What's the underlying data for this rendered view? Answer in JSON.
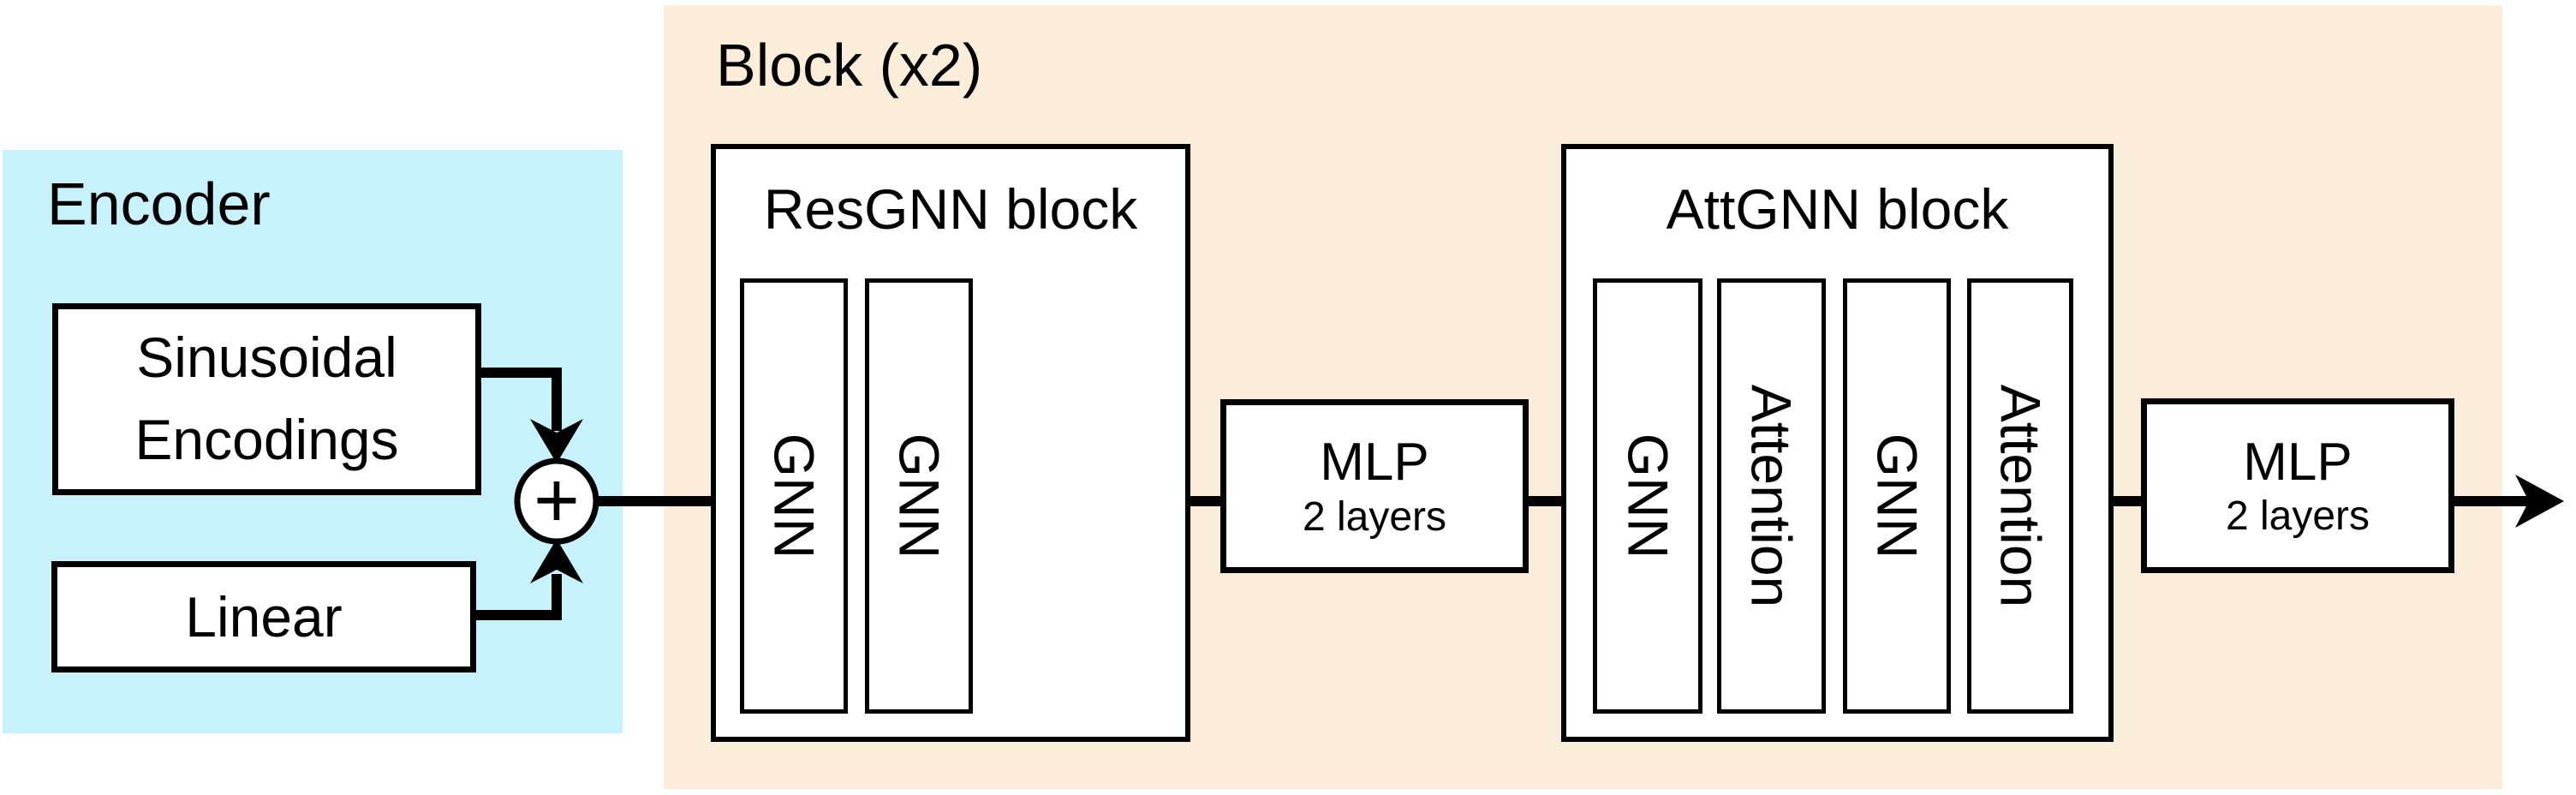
{
  "colors": {
    "encoder_bg": "#C7F1FB",
    "block_bg": "#FAEDDA",
    "box_bg": "#FFFFFF",
    "line": "#000000"
  },
  "icons": {
    "sum_node": "plus-circle",
    "flow_end": "arrow-right",
    "merge_top": "arrow-down",
    "merge_bottom": "arrow-up"
  },
  "encoder": {
    "title": "Encoder",
    "sinusoidal_line1": "Sinusoidal",
    "sinusoidal_line2": "Encodings",
    "linear_label": "Linear",
    "sum_symbol": "+"
  },
  "block": {
    "title": "Block (x2)",
    "resgnn": {
      "title": "ResGNN block",
      "layers": [
        "GNN",
        "GNN"
      ]
    },
    "attgnn": {
      "title": "AttGNN block",
      "layers": [
        "GNN",
        "Attention",
        "GNN",
        "Attention"
      ]
    },
    "mlp_inner": {
      "title": "MLP",
      "subtitle": "2 layers"
    },
    "mlp_outer": {
      "title": "MLP",
      "subtitle": "2 layers"
    }
  }
}
